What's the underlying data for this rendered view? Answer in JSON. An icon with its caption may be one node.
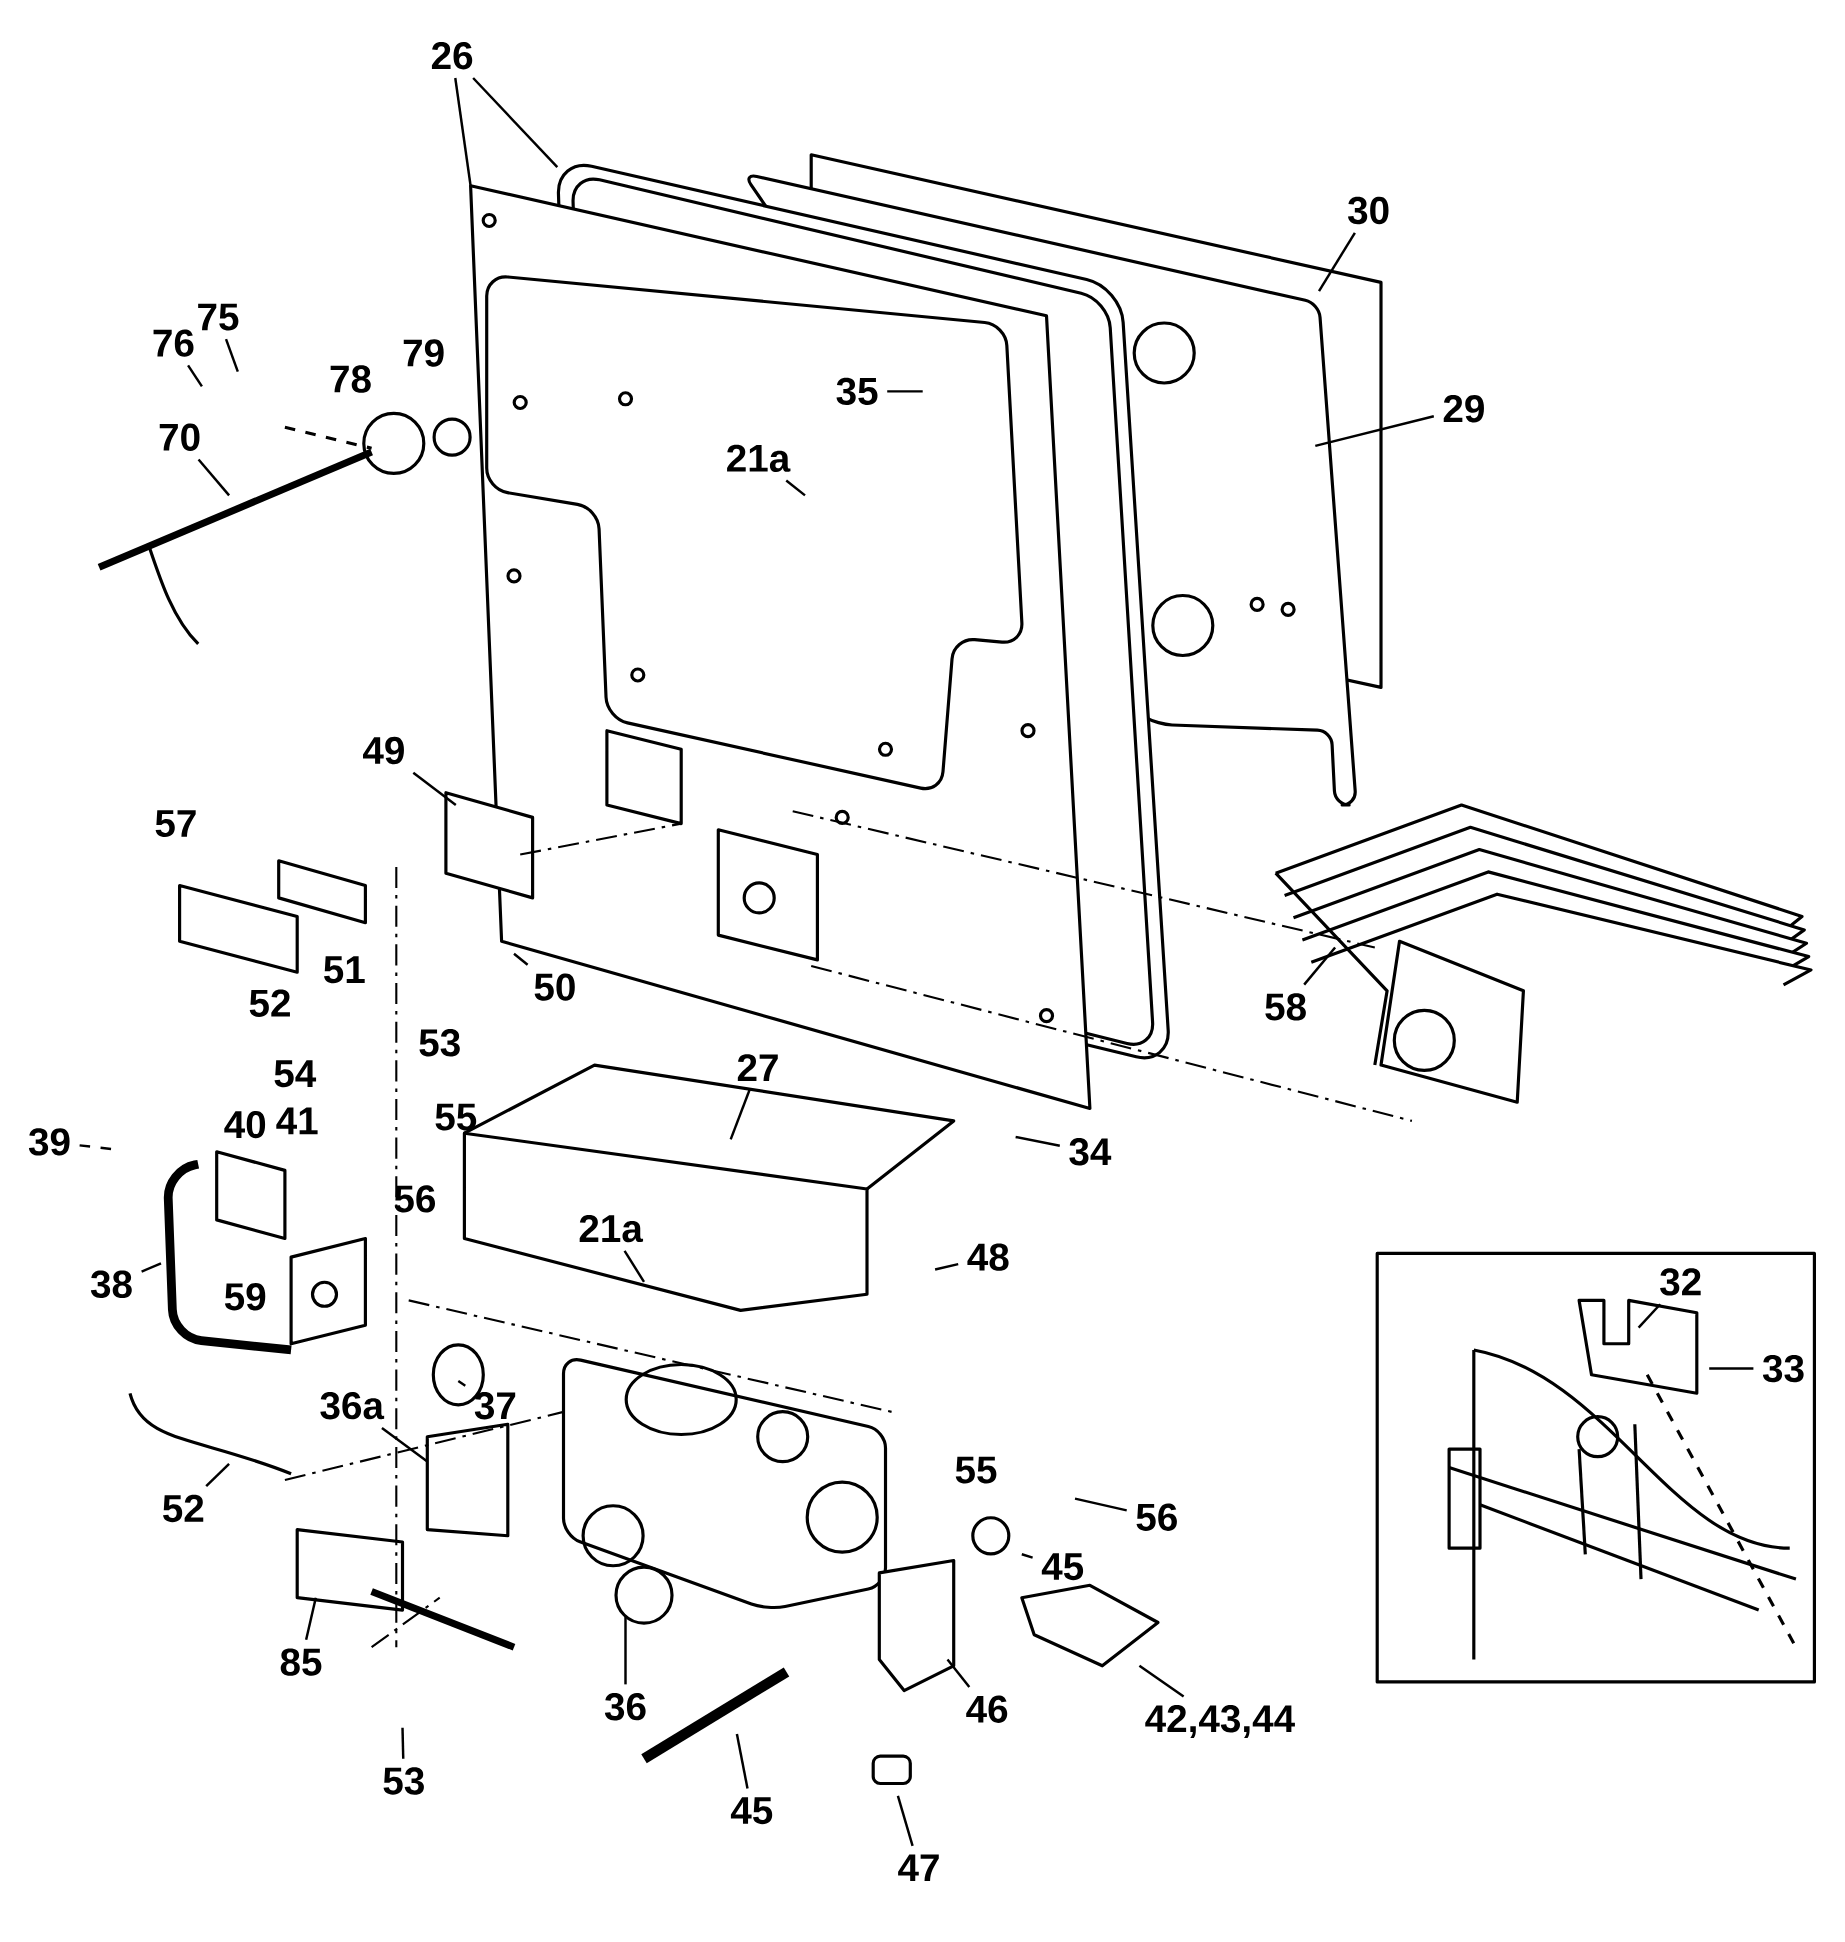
{
  "diagram": {
    "nodes": [
      {
        "text": [
          "26"
        ]
      },
      {
        "text": [
          "30"
        ]
      },
      {
        "text": [
          "75"
        ]
      },
      {
        "text": [
          "79"
        ]
      },
      {
        "text": [
          "76"
        ]
      },
      {
        "text": [
          "78"
        ]
      },
      {
        "text": [
          "35"
        ]
      },
      {
        "text": [
          "29"
        ]
      },
      {
        "text": [
          "70"
        ]
      },
      {
        "text": [
          "21a"
        ]
      },
      {
        "text": [
          "49"
        ]
      },
      {
        "text": [
          "57"
        ]
      },
      {
        "text": [
          "51"
        ]
      },
      {
        "text": [
          "50"
        ]
      },
      {
        "text": [
          "52"
        ]
      },
      {
        "text": [
          "58"
        ]
      },
      {
        "text": [
          "53"
        ]
      },
      {
        "text": [
          "27"
        ]
      },
      {
        "text": [
          "54"
        ]
      },
      {
        "text": [
          "40"
        ]
      },
      {
        "text": [
          "41"
        ]
      },
      {
        "text": [
          "55"
        ]
      },
      {
        "text": [
          "39"
        ]
      },
      {
        "text": [
          "34"
        ]
      },
      {
        "text": [
          "56"
        ]
      },
      {
        "text": [
          "21a"
        ]
      },
      {
        "text": [
          "48"
        ]
      },
      {
        "text": [
          "38"
        ]
      },
      {
        "text": [
          "59"
        ]
      },
      {
        "text": [
          "32"
        ]
      },
      {
        "text": [
          "33"
        ]
      },
      {
        "text": [
          "37"
        ]
      },
      {
        "text": [
          "36a"
        ]
      },
      {
        "text": [
          "55"
        ]
      },
      {
        "text": [
          "52"
        ]
      },
      {
        "text": [
          "56"
        ]
      },
      {
        "text": [
          "45"
        ]
      },
      {
        "text": [
          "85"
        ]
      },
      {
        "text": [
          "36"
        ]
      },
      {
        "text": [
          "46"
        ]
      },
      {
        "text": [
          "42,43,44"
        ]
      },
      {
        "text": [
          "53"
        ]
      },
      {
        "text": [
          "45"
        ]
      },
      {
        "text": [
          "47"
        ]
      }
    ],
    "edges": [
      {
        "from": 0,
        "to": null,
        "arrow": "none"
      },
      {
        "from": 0,
        "to": null,
        "arrow": "none"
      },
      {
        "from": 1,
        "to": null,
        "arrow": "none"
      },
      {
        "from": 2,
        "to": null,
        "arrow": "none"
      },
      {
        "from": 4,
        "to": null,
        "arrow": "none"
      },
      {
        "from": 6,
        "to": null,
        "arrow": "none"
      },
      {
        "from": 7,
        "to": null,
        "arrow": "none"
      },
      {
        "from": 8,
        "to": null,
        "arrow": "none"
      },
      {
        "from": 9,
        "to": null,
        "arrow": "none"
      },
      {
        "from": 10,
        "to": null,
        "arrow": "none"
      },
      {
        "from": 13,
        "to": null,
        "arrow": "none"
      },
      {
        "from": 15,
        "to": null,
        "arrow": "none"
      },
      {
        "from": 17,
        "to": null,
        "arrow": "none"
      },
      {
        "from": 22,
        "to": null,
        "arrow": "none",
        "style": "dashed"
      },
      {
        "from": 23,
        "to": null,
        "arrow": "none"
      },
      {
        "from": 25,
        "to": null,
        "arrow": "none"
      },
      {
        "from": 26,
        "to": null,
        "arrow": "none"
      },
      {
        "from": 27,
        "to": null,
        "arrow": "none"
      },
      {
        "from": 29,
        "to": null,
        "arrow": "none"
      },
      {
        "from": 30,
        "to": null,
        "arrow": "none"
      },
      {
        "from": 31,
        "to": null,
        "arrow": "none"
      },
      {
        "from": 32,
        "to": null,
        "arrow": "none"
      },
      {
        "from": 34,
        "to": null,
        "arrow": "none"
      },
      {
        "from": 35,
        "to": null,
        "arrow": "none"
      },
      {
        "from": 36,
        "to": null,
        "arrow": "none"
      },
      {
        "from": 37,
        "to": null,
        "arrow": "none"
      },
      {
        "from": 38,
        "to": null,
        "arrow": "none"
      },
      {
        "from": 39,
        "to": null,
        "arrow": "none"
      },
      {
        "from": 40,
        "to": null,
        "arrow": "none"
      },
      {
        "from": 41,
        "to": null,
        "arrow": "none"
      },
      {
        "from": 42,
        "to": null,
        "arrow": "none"
      },
      {
        "from": 43,
        "to": null,
        "arrow": "none"
      }
    ]
  }
}
